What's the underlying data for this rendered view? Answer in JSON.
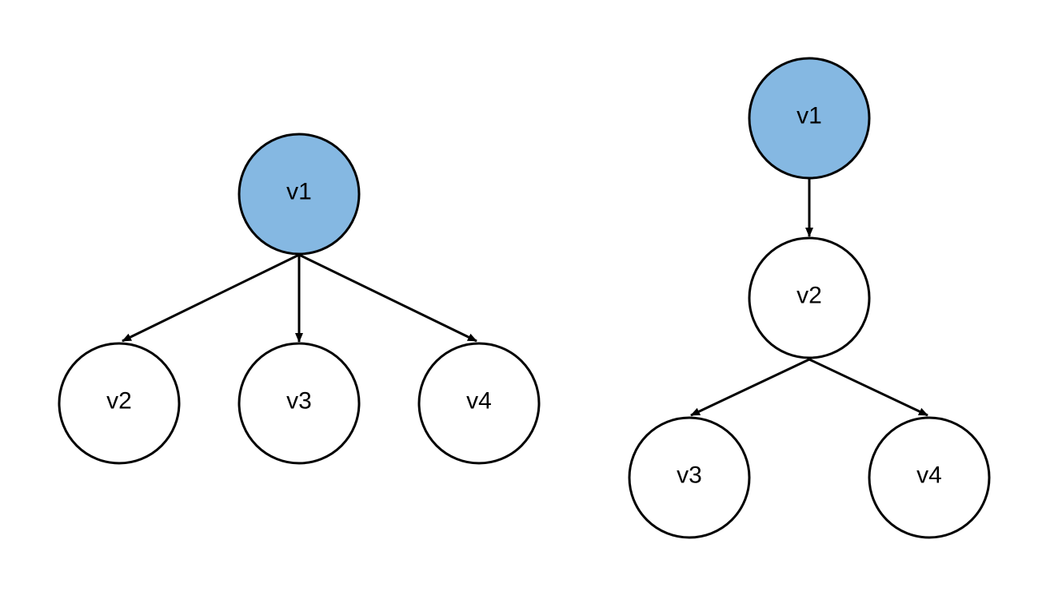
{
  "colors": {
    "root_fill": "#85b8e2",
    "node_fill": "#ffffff",
    "stroke": "#000000"
  },
  "left_tree": {
    "nodes": [
      {
        "id": "v1",
        "label": "v1",
        "root": true
      },
      {
        "id": "v2",
        "label": "v2",
        "root": false
      },
      {
        "id": "v3",
        "label": "v3",
        "root": false
      },
      {
        "id": "v4",
        "label": "v4",
        "root": false
      }
    ],
    "edges": [
      {
        "from": "v1",
        "to": "v2"
      },
      {
        "from": "v1",
        "to": "v3"
      },
      {
        "from": "v1",
        "to": "v4"
      }
    ]
  },
  "right_tree": {
    "nodes": [
      {
        "id": "v1",
        "label": "v1",
        "root": true
      },
      {
        "id": "v2",
        "label": "v2",
        "root": false
      },
      {
        "id": "v3",
        "label": "v3",
        "root": false
      },
      {
        "id": "v4",
        "label": "v4",
        "root": false
      }
    ],
    "edges": [
      {
        "from": "v1",
        "to": "v2"
      },
      {
        "from": "v2",
        "to": "v3"
      },
      {
        "from": "v2",
        "to": "v4"
      }
    ]
  }
}
